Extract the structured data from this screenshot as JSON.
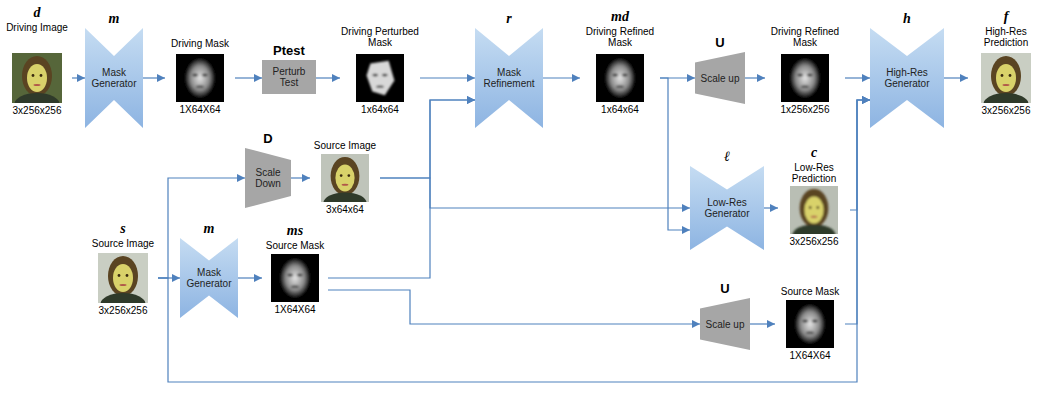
{
  "diagram": {
    "nodes": [
      {
        "text": [
          "d",
          "Driving Image",
          "3x256x256"
        ]
      },
      {
        "text": [
          "m",
          "Mask Generator"
        ]
      },
      {
        "text": [
          "Driving Mask",
          "1X64X64"
        ]
      },
      {
        "text": [
          "Ptest",
          "Perturb Test"
        ]
      },
      {
        "text": [
          "Driving Perturbed Mask",
          "1x64x64"
        ]
      },
      {
        "text": [
          "r",
          "Mask Refinement"
        ]
      },
      {
        "text": [
          "md",
          "Driving Refined Mask",
          "1x64x64"
        ]
      },
      {
        "text": [
          "U",
          "Scale up"
        ]
      },
      {
        "text": [
          "Driving Refined Mask",
          "1x256x256"
        ]
      },
      {
        "text": [
          "h",
          "High-Res Generator"
        ]
      },
      {
        "text": [
          "f",
          "High-Res Prediction",
          "3x256x256"
        ]
      },
      {
        "text": [
          "D",
          "Scale Down"
        ]
      },
      {
        "text": [
          "Source Image",
          "3x64x64"
        ]
      },
      {
        "text": [
          "ℓ",
          "Low-Res Generator"
        ]
      },
      {
        "text": [
          "c",
          "Low-Res Prediction",
          "3x256x256"
        ]
      },
      {
        "text": [
          "s",
          "Source Image",
          "3x256x256"
        ]
      },
      {
        "text": [
          "m",
          "Mask Generator"
        ]
      },
      {
        "text": [
          "ms",
          "Source Mask",
          "1X64X64"
        ]
      },
      {
        "text": [
          "U",
          "Scale up"
        ]
      },
      {
        "text": [
          "Source Mask",
          "1X64X64"
        ]
      }
    ],
    "edges": [
      {
        "from": 0,
        "to": 1,
        "arrow": "to"
      },
      {
        "from": 1,
        "to": 2,
        "arrow": "to"
      },
      {
        "from": 2,
        "to": 3,
        "arrow": "to"
      },
      {
        "from": 3,
        "to": 4,
        "arrow": "to"
      },
      {
        "from": 4,
        "to": 5,
        "arrow": "to"
      },
      {
        "from": 5,
        "to": 6,
        "arrow": "to"
      },
      {
        "from": 6,
        "to": 7,
        "arrow": "to"
      },
      {
        "from": 7,
        "to": 8,
        "arrow": "to"
      },
      {
        "from": 8,
        "to": 9,
        "arrow": "to"
      },
      {
        "from": 9,
        "to": 10,
        "arrow": "to"
      },
      {
        "from": 15,
        "to": 11,
        "arrow": "to"
      },
      {
        "from": 11,
        "to": 12,
        "arrow": "to"
      },
      {
        "from": 12,
        "to": 5,
        "arrow": "to"
      },
      {
        "from": 12,
        "to": 13,
        "arrow": "to"
      },
      {
        "from": 15,
        "to": 16,
        "arrow": "to"
      },
      {
        "from": 16,
        "to": 17,
        "arrow": "to"
      },
      {
        "from": 17,
        "to": 5,
        "arrow": "to"
      },
      {
        "from": 17,
        "to": 18,
        "arrow": "to"
      },
      {
        "from": 6,
        "to": 13,
        "arrow": "to"
      },
      {
        "from": 13,
        "to": 14,
        "arrow": "to"
      },
      {
        "from": 18,
        "to": 19,
        "arrow": "to"
      },
      {
        "from": 14,
        "to": 9,
        "arrow": "to"
      },
      {
        "from": 19,
        "to": 9,
        "arrow": "to"
      },
      {
        "from": 15,
        "to": 9,
        "arrow": "to"
      }
    ]
  }
}
